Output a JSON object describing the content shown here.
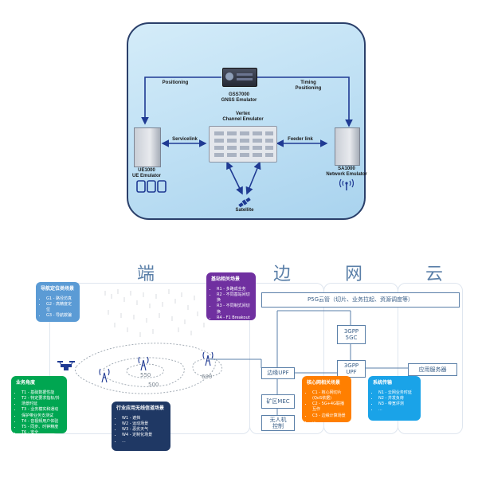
{
  "top": {
    "gnss_model": "GSS7000",
    "gnss_name": "GNSS Emulator",
    "channel_name1": "Vertex",
    "channel_name2": "Channel Emulator",
    "ue_model": "UE1000",
    "ue_name": "UE Emulator",
    "network_model": "SA1000",
    "network_name": "Network Emulator",
    "satellite": "Satellite",
    "positioning": "Positioning",
    "timing": "Timing",
    "timing2": "Positioning",
    "service_link": "Servicelink",
    "feeder_link": "Feeder link"
  },
  "columns": [
    "端",
    "边",
    "网",
    "云"
  ],
  "boxes": {
    "p5g": "P5G云管（切片、业务拉起、资源调度等）",
    "fgc1": "3GPP",
    "fgc2": "5GC",
    "upf1": "3GPP",
    "upf2": "UPF",
    "edge_upf": "边缘UPF",
    "app_server": "应用服务器",
    "mec": "矿区MEC",
    "drone1": "无人机",
    "drone2": "控制"
  },
  "contours": [
    "550",
    "500",
    "600"
  ],
  "cards": {
    "nav": {
      "title": "导航定位类场景",
      "items": [
        "G1 - 路径仿真",
        "G2 - 高精度定位",
        "G3 - 导航欺骗",
        "..."
      ]
    },
    "base": {
      "title": "基站相关场景",
      "items": [
        "R1 - 多路成全务",
        "R2 - 不同基站间切换",
        "R3 - 不同制式间切换",
        "R4 - F1 Breakout"
      ]
    },
    "biz": {
      "title": "业务角度",
      "items": [
        "T1 - 基础数据性能",
        "T2 - 特定要求指标/抖",
        "场景时延",
        "T3 - 业务模实和通动",
        "保护带业务支测试",
        "T4 - 音视频用户体验",
        "T5 - 同步、时钟精度",
        "T6 - 安全",
        "..."
      ]
    },
    "industry": {
      "title": "行业应用无线信道场景",
      "items": [
        "W1 - 遮挡",
        "W2 - 运动场景",
        "W3 - 恶劣天气",
        "W4 - 定制化场景",
        "..."
      ]
    },
    "core": {
      "title": "核心网相关场景",
      "items": [
        "C1 - 核心网切片(QoS依据)",
        "C2 - 5G+4G联播互作",
        "C3 - 边缘计算场景",
        "..."
      ]
    },
    "cloud": {
      "title": "系统传输",
      "items": [
        "N1 - 云网业务时延",
        "N2 - 并发负荷",
        "N3 - 带宽评测",
        "..."
      ]
    }
  },
  "colors": {
    "panel": "#bfe0f4",
    "panel_border": "#2a3f6a",
    "nav": "#5b9bd5",
    "base": "#7030a0",
    "biz": "#00a651",
    "industry": "#1f3864",
    "core": "#ff7f00",
    "cloud": "#1aa3e8",
    "arrow": "#1f3a93"
  }
}
